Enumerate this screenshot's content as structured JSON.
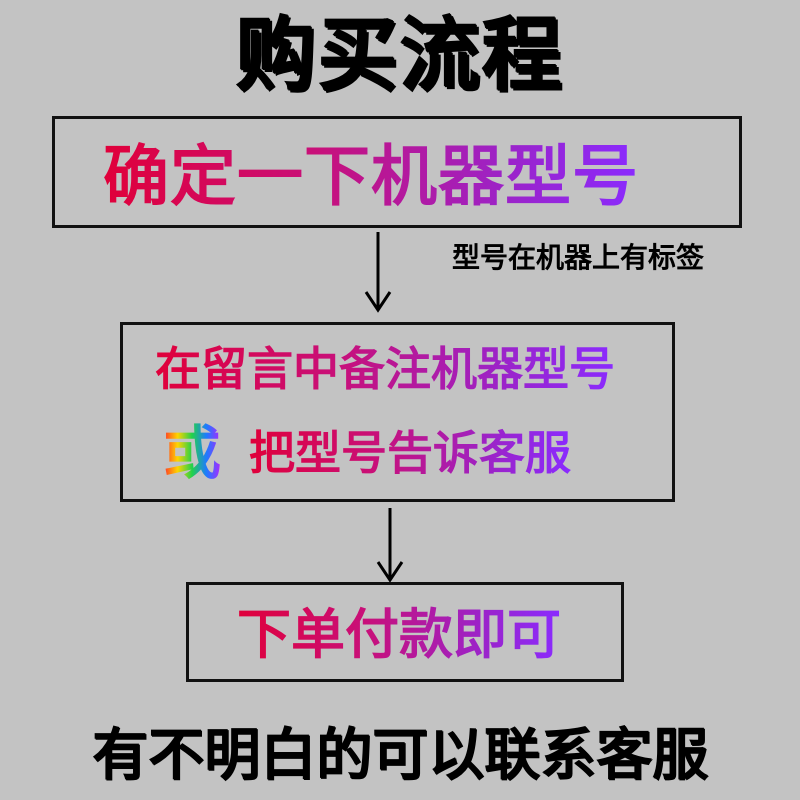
{
  "title": "购买流程",
  "steps": {
    "step1": "确定一下机器型号",
    "step1_note": "型号在机器上有标签",
    "step2_line1": "在留言中备注机器型号",
    "step2_or": "或",
    "step2_line2": "把型号告诉客服",
    "step3": "下单付款即可"
  },
  "footer": "有不明白的可以联系客服",
  "colors": {
    "background": "#c3c3c3",
    "gradient_start": "#e0003a",
    "gradient_end": "#8a2bff"
  }
}
